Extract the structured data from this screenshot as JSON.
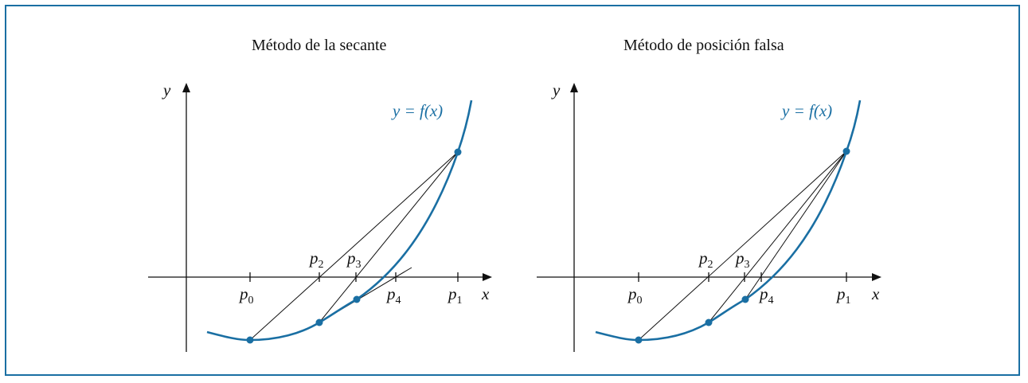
{
  "panels": [
    {
      "title": "Método de la secante",
      "axis_x": "x",
      "axis_y": "y",
      "curve_label": "y = f(x)",
      "points": [
        "p0",
        "p1",
        "p2",
        "p3",
        "p4"
      ]
    },
    {
      "title": "Método de posición falsa",
      "axis_x": "x",
      "axis_y": "y",
      "curve_label": "y = f(x)",
      "points": [
        "p0",
        "p1",
        "p2",
        "p3",
        "p4"
      ]
    }
  ],
  "colors": {
    "curve": "#1a6fa3",
    "frame": "#1a6fa3",
    "ink": "#111111"
  }
}
